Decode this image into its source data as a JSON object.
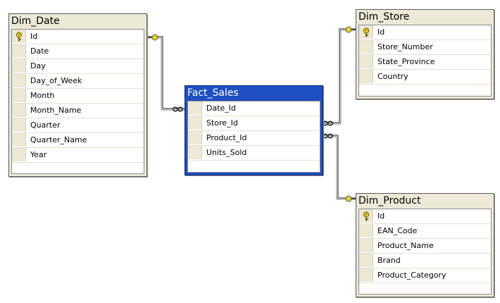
{
  "tables": {
    "dim_date": {
      "name": "Dim_Date",
      "columns": [
        "Id",
        "Date",
        "Day",
        "Day_of_Week",
        "Month",
        "Month_Name",
        "Quarter",
        "Quarter_Name",
        "Year"
      ],
      "primary_key": "Id"
    },
    "fact_sales": {
      "name": "Fact_Sales",
      "columns": [
        "Date_Id",
        "Store_Id",
        "Product_Id",
        "Units_Sold"
      ],
      "selected": true
    },
    "dim_store": {
      "name": "Dim_Store",
      "columns": [
        "Id",
        "Store_Number",
        "State_Province",
        "Country"
      ],
      "primary_key": "Id"
    },
    "dim_product": {
      "name": "Dim_Product",
      "columns": [
        "Id",
        "EAN_Code",
        "Product_Name",
        "Brand",
        "Product_Category"
      ],
      "primary_key": "Id"
    }
  },
  "relationships": [
    {
      "from": "Fact_Sales.Date_Id",
      "to": "Dim_Date.Id"
    },
    {
      "from": "Fact_Sales.Store_Id",
      "to": "Dim_Store.Id"
    },
    {
      "from": "Fact_Sales.Product_Id",
      "to": "Dim_Product.Id"
    }
  ],
  "colors": {
    "table_header": "#ede9d8",
    "selected_header": "#1f4fc0",
    "key_icon": "#e8d22a",
    "connector": "#1a1a1a"
  }
}
